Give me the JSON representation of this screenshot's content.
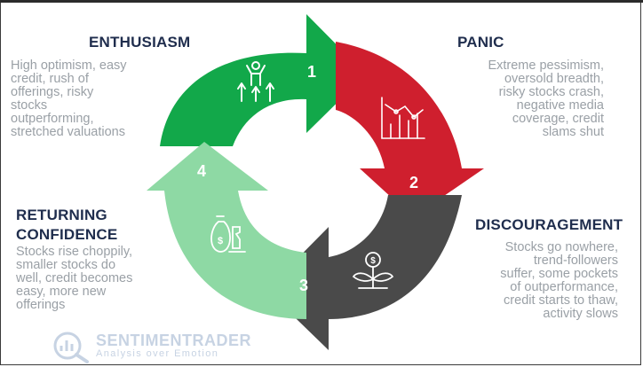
{
  "phases": [
    {
      "number": "1",
      "title": "ENTHUSIASM",
      "description": "High optimism, easy\ncredit, rush of\nofferings, risky\nstocks\noutperforming,\nstretched valuations",
      "icon": "celebrating-person-icon",
      "color": "#12a84a"
    },
    {
      "number": "2",
      "title": "PANIC",
      "description": "Extreme pessimism,\noversold breadth,\nrisky stocks crash,\nnegative media\ncoverage, credit\nslams shut",
      "icon": "falling-chart-icon",
      "color": "#cf1f2e"
    },
    {
      "number": "3",
      "title": "DISCOURAGEMENT",
      "description": "Stocks go nowhere,\ntrend-followers\nsuffer, some pockets\nof outperformance,\ncredit starts to thaw,\nactivity slows",
      "icon": "dollar-plant-icon",
      "color": "#4a4a4a"
    },
    {
      "number": "4",
      "title": "RETURNING\nCONFIDENCE",
      "description": "Stocks rise choppily,\nsmaller stocks do\nwell, credit becomes\neasy, more new\nofferings",
      "icon": "money-bag-chess-icon",
      "color": "#8ed9a4"
    }
  ],
  "logo": {
    "name": "SENTIMENTRADER",
    "tagline": "Analysis over Emotion"
  }
}
